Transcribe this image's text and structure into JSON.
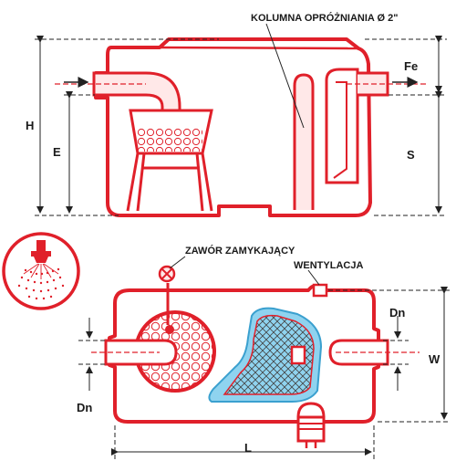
{
  "labels": {
    "drain_column": "KOLUMNA OPRÓŻNIANIA Ø 2\"",
    "shutoff_valve": "ZAWÓR ZAMYKAJĄCY",
    "ventilation": "WENTYLACJA"
  },
  "dimensions": {
    "fe": "Fe",
    "h": "H",
    "e": "E",
    "s": "S",
    "dn_right": "Dn",
    "dn_left": "Dn",
    "w": "W",
    "l": "L"
  },
  "colors": {
    "outline": "#e0202a",
    "pipe_fill": "#ffe8e8",
    "water_fill": "#8fd3ef",
    "dimension_line": "#222222"
  }
}
